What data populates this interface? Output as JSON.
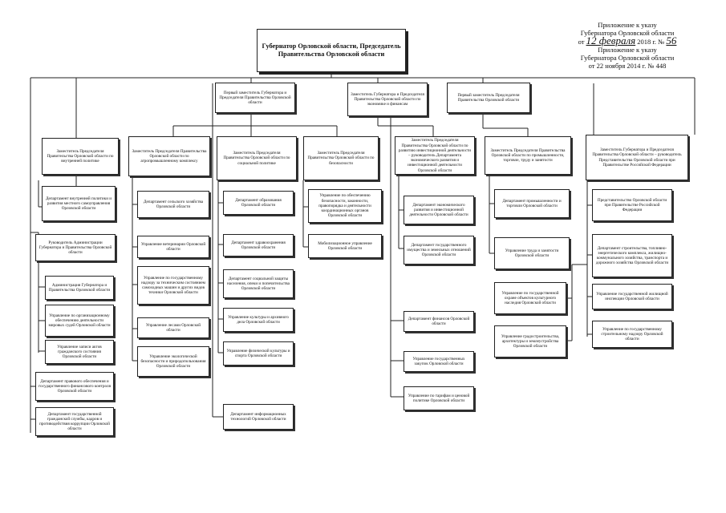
{
  "header": {
    "line1": "Приложение к указу",
    "line2": "Губернатора Орловской области",
    "line3_prefix": "от",
    "line3_date": "12 февраля",
    "line3_mid": "2018 г. №",
    "line3_num": "56",
    "line4": "Приложение к указу",
    "line5": "Губернатора Орловской области",
    "line6": "от 22 ноября 2014 г. № 448"
  },
  "governor": "Губернатор Орловской области, Председатель Правительства Орловской области",
  "deputies": {
    "first_deputy_1": "Первый заместитель Губернатора и Председателя Правительства Орловской области",
    "deputy_economy": "Заместитель Губернатора и Председателя Правительства Орловской области по экономике и финансам",
    "first_deputy_2": "Первый заместитель Председателя Правительства Орловской области"
  },
  "col1": {
    "head": "Заместитель Председателя Правительства Орловской области по внутренней политике",
    "items": [
      "Департамент внутренней политики и развития местного самоуправления Орловской области"
    ],
    "admin_head": "Руководитель Администрации Губернатора и Правительства Орловской области",
    "admin_items": [
      "Администрация Губернатора и Правительства Орловской области",
      "Управление по организационному обеспечению деятельности мировых судей Орловской области",
      "Управление записи актов гражданского состояния Орловской области"
    ],
    "bottom_items": [
      "Департамент правового обеспечения и государственного финансового контроля Орловской области",
      "Департамент государственной гражданской службы, кадров и противодействия коррупции Орловской области"
    ]
  },
  "col2": {
    "head": "Заместитель Председателя Правительства Орловской области по агропромышленному комплексу",
    "items": [
      "Департамент сельского хозяйства Орловской области",
      "Управление ветеринарии Орловской области",
      "Управление по государственному надзору за техническим состоянием самоходных машин и других видов техники Орловской области",
      "Управление лесами Орловской области",
      "Управление экологической безопасности и природопользования Орловской области"
    ]
  },
  "col3": {
    "head": "Заместитель Председателя Правительства Орловской области по социальной политике",
    "items": [
      "Департамент образования Орловской области",
      "Департамент здравоохранения Орловской области",
      "Департамент социальной защиты населения, опеки и попечительства Орловской области",
      "Управление культуры и архивного дела Орловской области",
      "Управление физической культуры и спорта Орловской области",
      "Департамент информационных технологий Орловской области"
    ]
  },
  "col4": {
    "head": "Заместитель Председателя Правительства Орловской области по безопасности",
    "items": [
      "Управление по обеспечению безопасности, законности, правопорядка и деятельности координационных органов Орловской области",
      "Мобилизационное управление Орловской области"
    ]
  },
  "col5": {
    "head": "Заместитель Председателя Правительства Орловской области по развитию инвестиционной деятельности – руководитель Департамента экономического развития и инвестиционной деятельности Орловской области",
    "items": [
      "Департамент экономического развития и инвестиционной деятельности Орловской области",
      "Департамент государственного имущества и земельных отношений Орловской области",
      "Департамент финансов Орловской области",
      "Управление государственных закупок Орловской области",
      "Управление по тарифам и ценовой политике Орловской области"
    ]
  },
  "col6": {
    "head": "Заместитель Председателя Правительства Орловской области по промышленности, торговле, труду и занятости",
    "items": [
      "Департамент промышленности и торговли Орловской области",
      "Управление труда и занятости Орловской области",
      "Управление по государственной охране объектов культурного наследия Орловской области",
      "Управление градостроительства, архитектуры и землеустройства Орловской области"
    ]
  },
  "col7": {
    "head": "Заместитель Губернатора и Председателя Правительства Орловской области – руководитель Представительства Орловской области при Правительстве Российской Федерации",
    "items": [
      "Представительство Орловской области при Правительстве Российской Федерации",
      "Департамент строительства, топливно-энергетического комплекса, жилищно-коммунального хозяйства, транспорта и дорожного хозяйства Орловской области",
      "Управление государственной жилищной инспекции Орловской области",
      "Управление по государственному строительному надзору Орловской области"
    ]
  }
}
